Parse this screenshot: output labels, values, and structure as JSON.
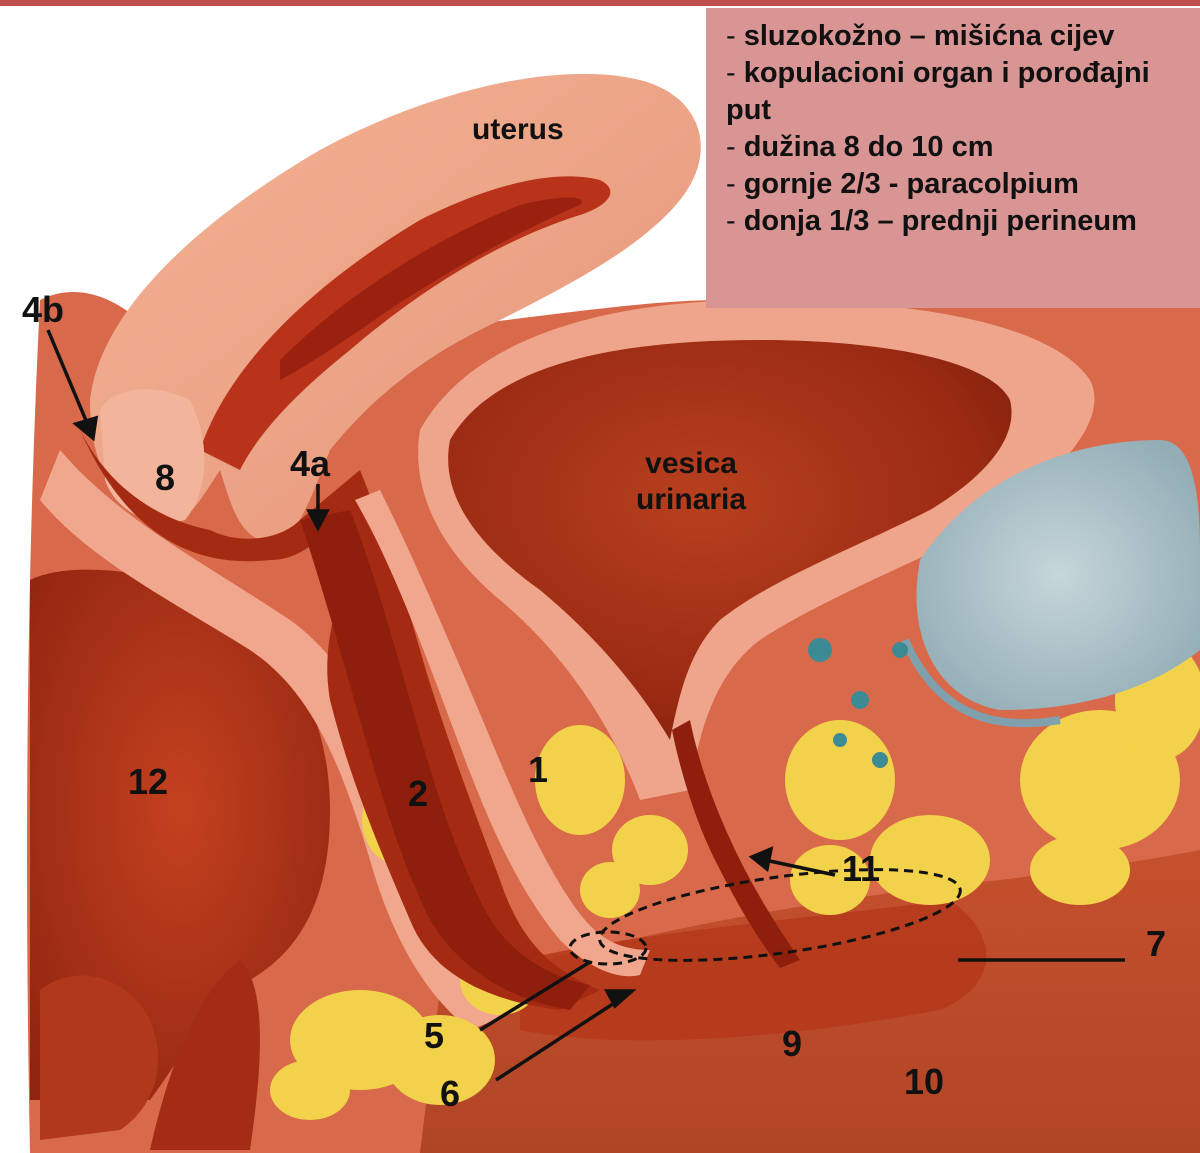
{
  "info_box": {
    "lines": [
      {
        "dash": "- ",
        "text": "sluzokožno – mišićna cijev"
      },
      {
        "dash": "- ",
        "text": "kopulacioni organ i porođajni"
      },
      {
        "dash": "",
        "text": "put"
      },
      {
        "dash": "- ",
        "text": "dužina 8 do 10 cm"
      },
      {
        "dash": "- ",
        "text": "gornje 2/3 - paracolpium"
      },
      {
        "dash": "- ",
        "text": "donja 1/3 – prednji perineum"
      }
    ]
  },
  "organ_labels": {
    "uterus": "uterus",
    "vesica_line1": "vesica",
    "vesica_line2": "urinaria"
  },
  "number_labels": {
    "n1": "1",
    "n2": "2",
    "n4a": "4a",
    "n4b": "4b",
    "n5": "5",
    "n6": "6",
    "n7": "7",
    "n8": "8",
    "n9": "9",
    "n10": "10",
    "n11": "11",
    "n12": "12"
  },
  "colors": {
    "header_bar": "#c0504d",
    "info_box": "#d99594",
    "tissue_dark": "#a8200f",
    "tissue_pink": "#efa58b",
    "fat": "#f2d24a",
    "cartilage": "#a9c1c9"
  }
}
